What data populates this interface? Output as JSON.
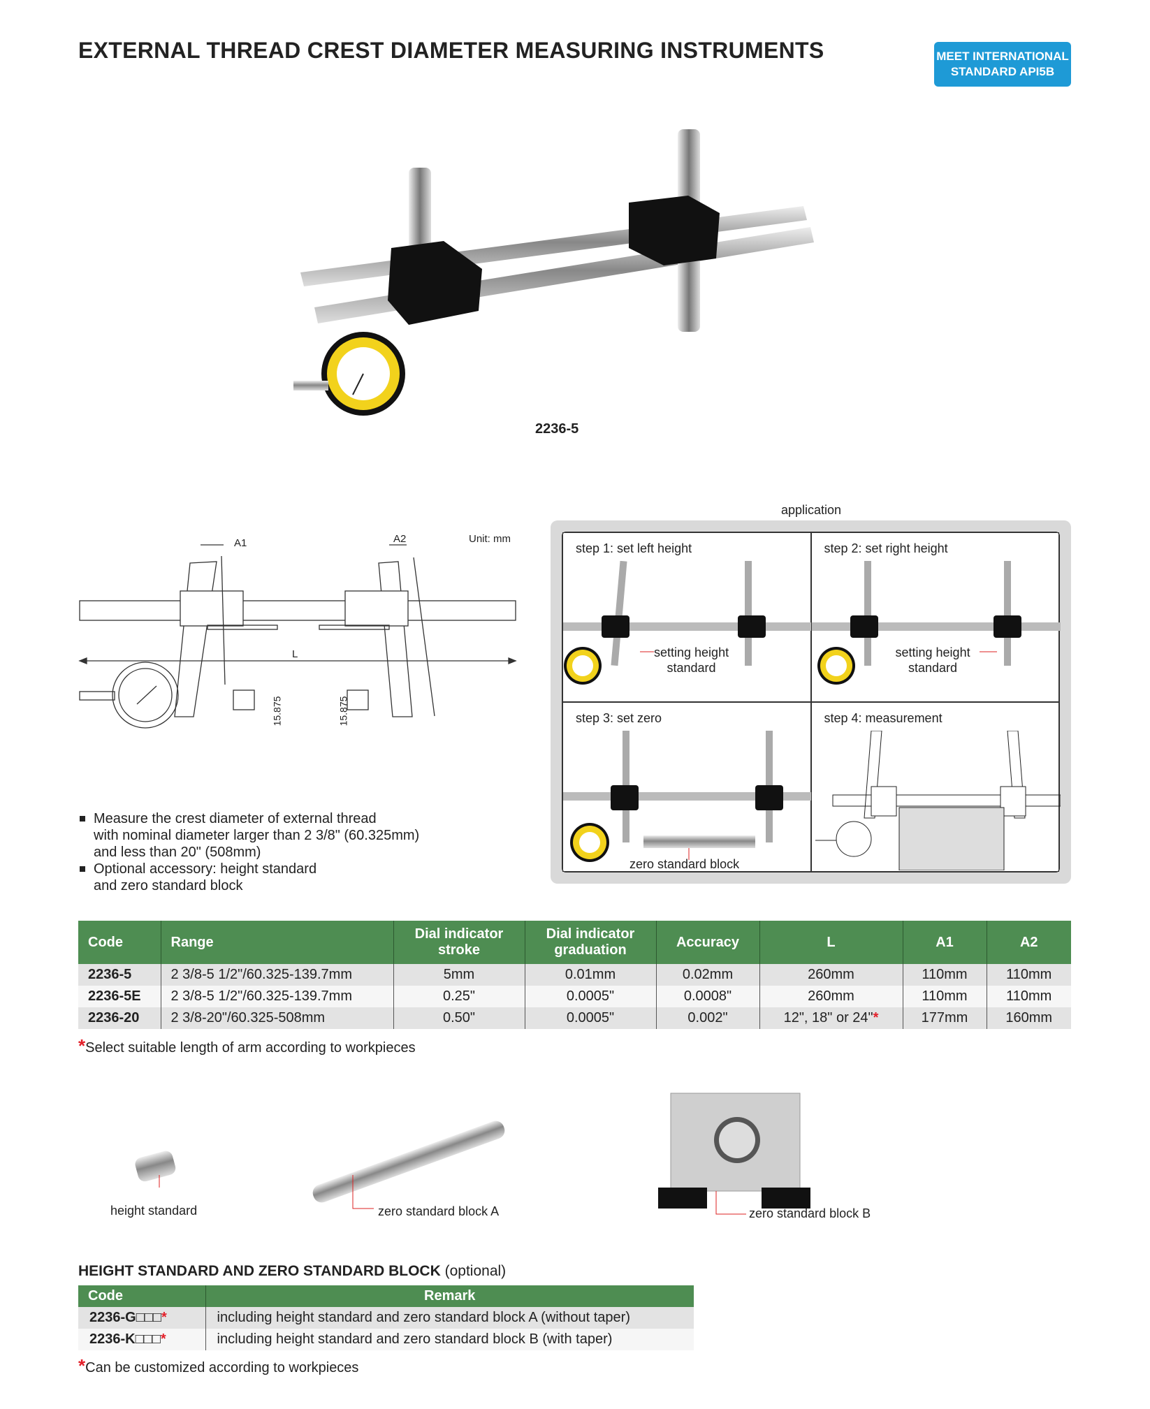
{
  "header": {
    "title": "EXTERNAL THREAD CREST DIAMETER MEASURING INSTRUMENTS",
    "badge_line1": "MEET INTERNATIONAL",
    "badge_line2": "STANDARD API5B"
  },
  "product": {
    "caption": "2236-5"
  },
  "diagram": {
    "unit": "Unit: mm",
    "a1": "A1",
    "a2": "A2",
    "l": "L",
    "dim1": "15.875",
    "dim2": "15.875"
  },
  "application": {
    "label": "application",
    "steps": [
      {
        "label": "step 1: set left height",
        "note1": "setting height",
        "note2": "standard"
      },
      {
        "label": "step 2: set right height",
        "note1": "setting height",
        "note2": "standard"
      },
      {
        "label": "step 3: set zero",
        "note1": "zero standard block"
      },
      {
        "label": "step 4: measurement"
      }
    ]
  },
  "bullets": [
    {
      "lines": [
        "Measure the crest diameter of external thread",
        "with nominal diameter larger than 2 3/8\" (60.325mm)",
        "and less than 20\" (508mm)"
      ]
    },
    {
      "lines": [
        "Optional accessory: height standard",
        "and zero standard block"
      ]
    }
  ],
  "spec_table": {
    "headers": [
      "Code",
      "Range",
      "Dial indicator stroke",
      "Dial indicator graduation",
      "Accuracy",
      "L",
      "A1",
      "A2"
    ],
    "rows": [
      [
        "2236-5",
        "2 3/8-5 1/2\"/60.325-139.7mm",
        "5mm",
        "0.01mm",
        "0.02mm",
        "260mm",
        "110mm",
        "110mm"
      ],
      [
        "2236-5E",
        "2 3/8-5 1/2\"/60.325-139.7mm",
        "0.25\"",
        "0.0005\"",
        "0.0008\"",
        "260mm",
        "110mm",
        "110mm"
      ],
      [
        "2236-20",
        "2 3/8-20\"/60.325-508mm",
        "0.50\"",
        "0.0005\"",
        "0.002\"",
        "12\", 18\" or 24\"",
        "177mm",
        "160mm"
      ]
    ],
    "asterisk": "*",
    "footnote": "Select suitable length of arm according to workpieces"
  },
  "accessories": {
    "height_standard": "height  standard",
    "block_a": "zero standard block A",
    "block_b": "zero standard block B"
  },
  "optional": {
    "heading": "HEIGHT STANDARD AND ZERO STANDARD BLOCK",
    "heading_suffix": "(optional)",
    "headers": [
      "Code",
      "Remark"
    ],
    "rows": [
      [
        "2236-G□□□",
        "including height standard and zero standard block A (without taper)"
      ],
      [
        "2236-K□□□",
        "including height standard and zero standard block B (with taper)"
      ]
    ],
    "footnote": "Can be customized according to workpieces"
  },
  "colors": {
    "green": "#4e8d52",
    "blue": "#1e9ad6",
    "red": "#e3202a"
  }
}
